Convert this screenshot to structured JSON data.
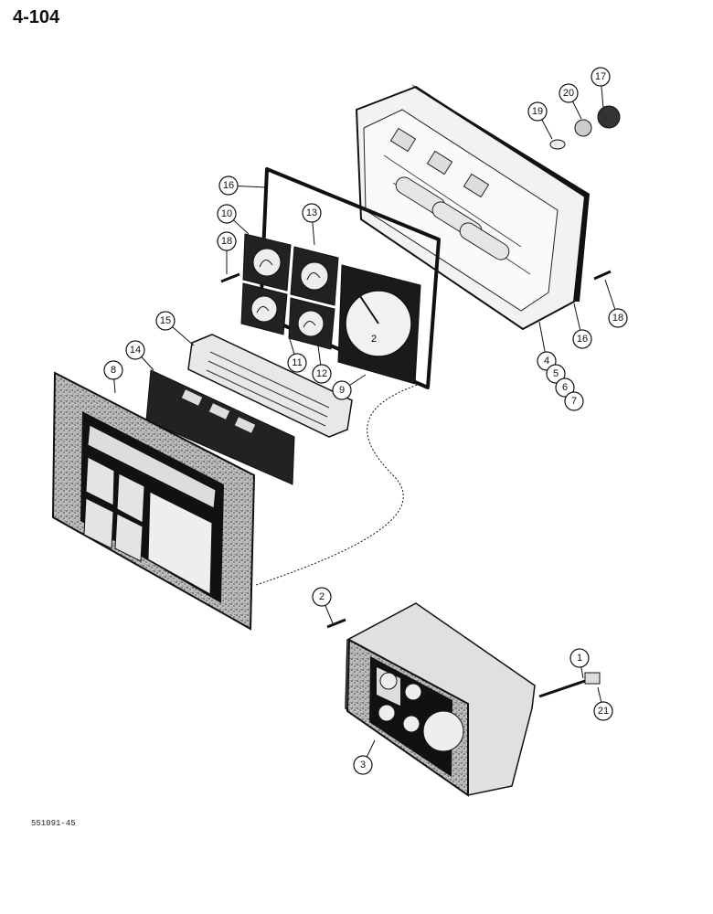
{
  "page": {
    "number": "4-104",
    "figure_code": "551091-45"
  },
  "callouts": [
    {
      "label": "17"
    },
    {
      "label": "20"
    },
    {
      "label": "19"
    },
    {
      "label": "16"
    },
    {
      "label": "10"
    },
    {
      "label": "13"
    },
    {
      "label": "18"
    },
    {
      "label": "18"
    },
    {
      "label": "16"
    },
    {
      "label": "15"
    },
    {
      "label": "14"
    },
    {
      "label": "8"
    },
    {
      "label": "11"
    },
    {
      "label": "12"
    },
    {
      "label": "9"
    },
    {
      "label": "4"
    },
    {
      "label": "5"
    },
    {
      "label": "6"
    },
    {
      "label": "7"
    },
    {
      "label": "2"
    },
    {
      "label": "1"
    },
    {
      "label": "21"
    },
    {
      "label": "3"
    }
  ]
}
